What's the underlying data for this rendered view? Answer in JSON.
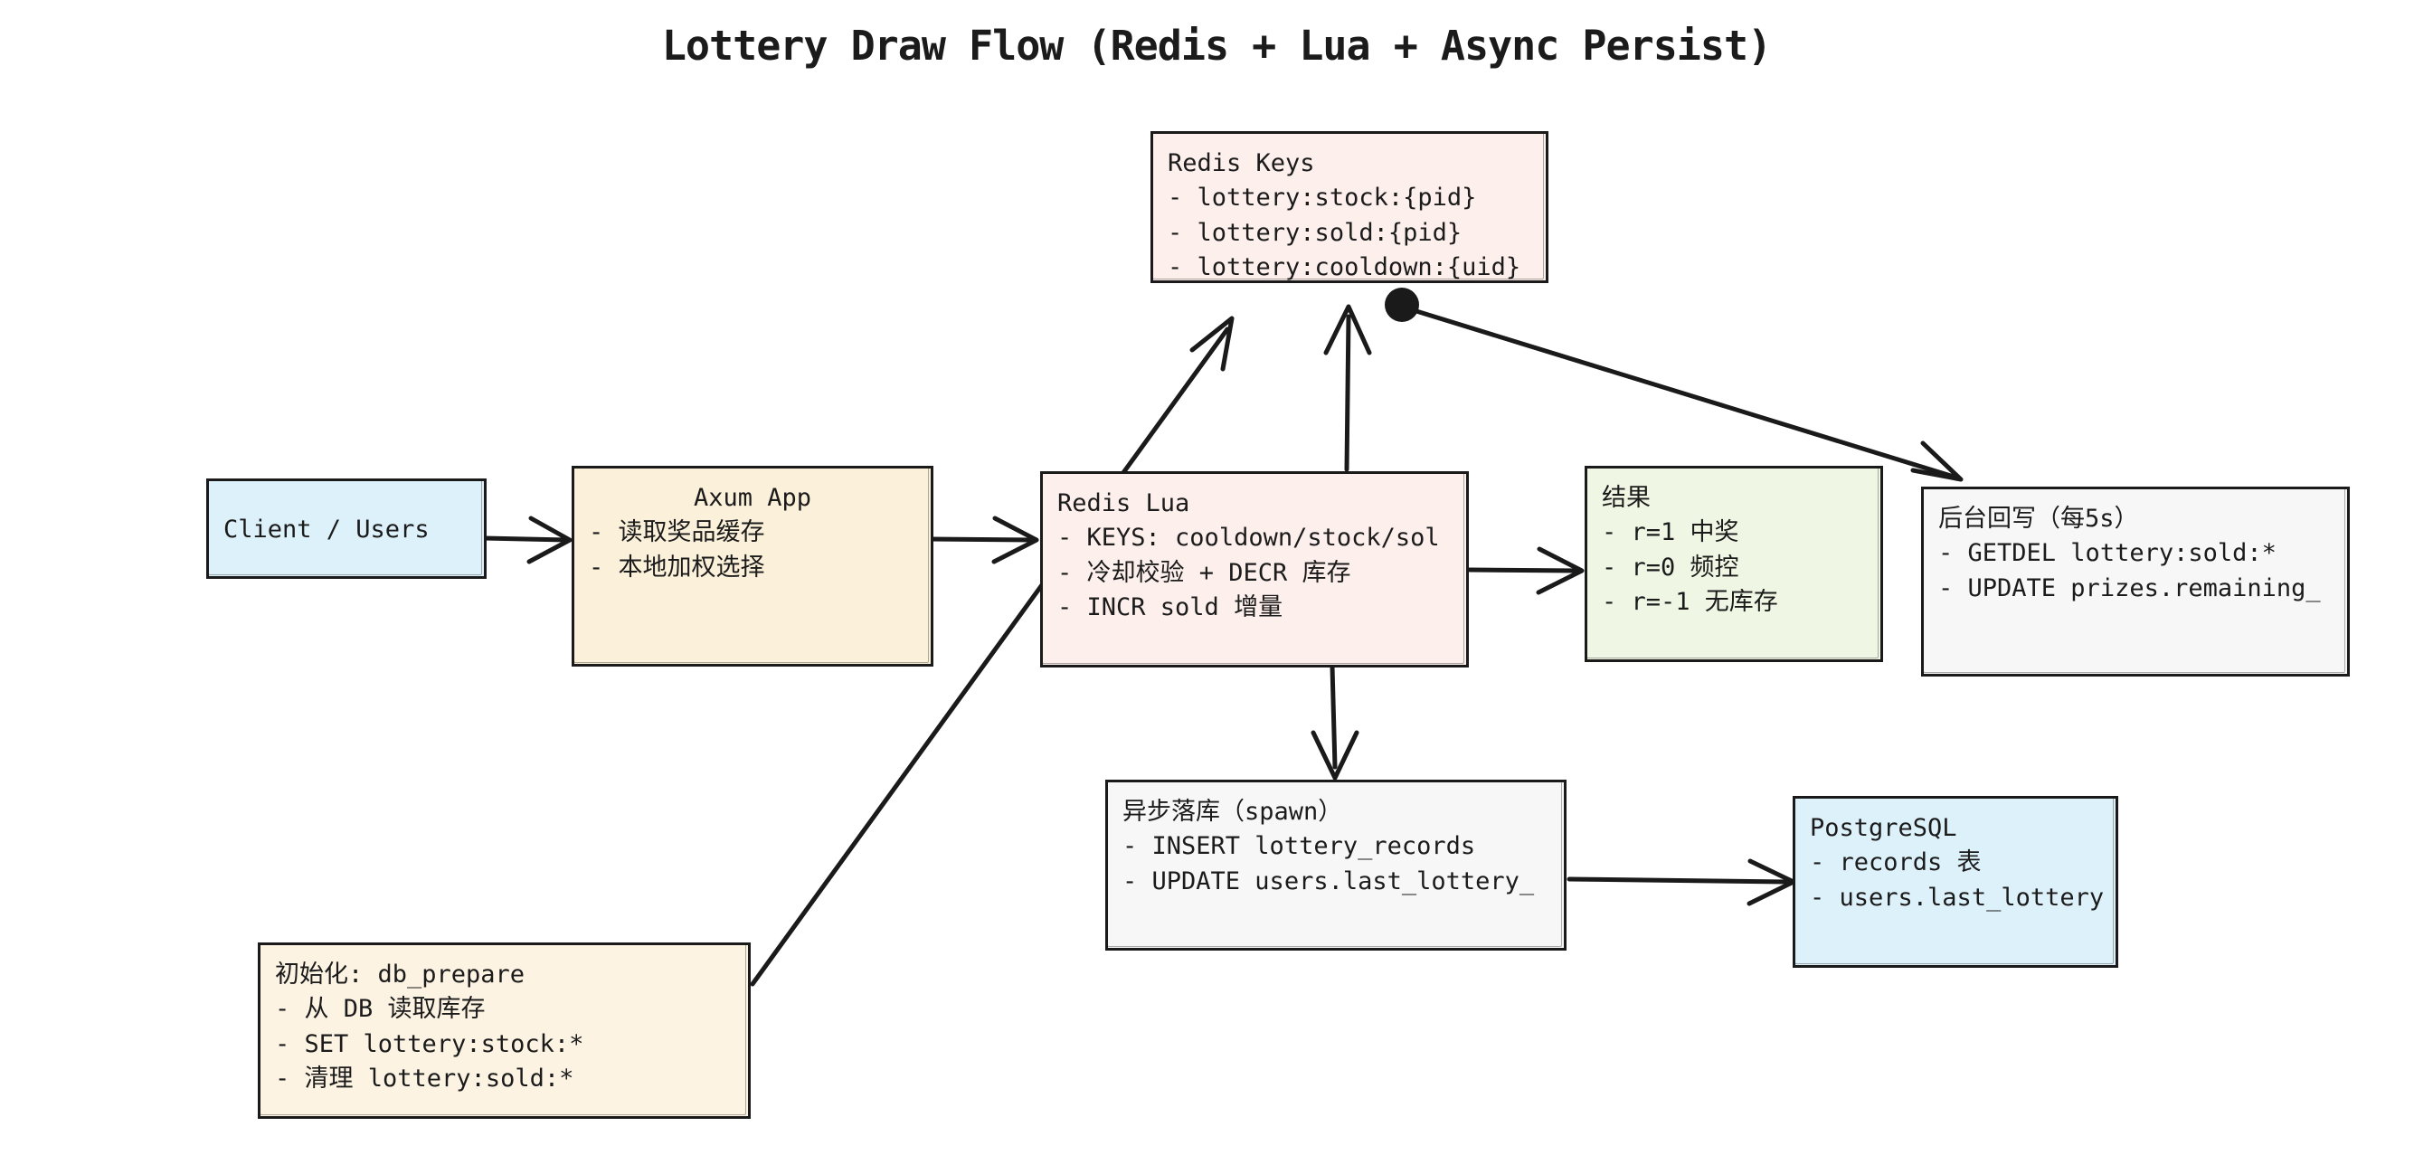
{
  "title": "Lottery Draw Flow (Redis + Lua + Async Persist)",
  "nodes": {
    "redis_keys": {
      "title": "Redis Keys",
      "items": [
        "lottery:stock:{pid}",
        "lottery:sold:{pid}",
        "lottery:cooldown:{uid}"
      ],
      "fill": "#fdefec"
    },
    "client_users": {
      "title": "Client / Users",
      "items": [],
      "fill": "#ddf1fb"
    },
    "axum_app": {
      "title": "Axum App",
      "items": [
        "读取奖品缓存",
        "本地加权选择"
      ],
      "fill": "#fbf0d9"
    },
    "redis_lua": {
      "title": "Redis Lua",
      "items": [
        "KEYS: cooldown/stock/sol",
        "冷却校验 + DECR 库存",
        "INCR sold 增量"
      ],
      "fill": "#fdefec"
    },
    "result": {
      "title": "结果",
      "items": [
        "r=1 中奖",
        "r=0 频控",
        "r=-1 无库存"
      ],
      "fill": "#eff7e4"
    },
    "background_writeback": {
      "title": "后台回写（每5s）",
      "items": [
        "GETDEL lottery:sold:*",
        "UPDATE prizes.remaining_"
      ],
      "fill": "#f7f7f7"
    },
    "async_persist": {
      "title": "异步落库（spawn）",
      "items": [
        "INSERT lottery_records",
        "UPDATE users.last_lottery_"
      ],
      "fill": "#f7f7f7"
    },
    "postgresql": {
      "title": "PostgreSQL",
      "items": [
        "records 表",
        "users.last_lottery"
      ],
      "fill": "#ddf1fb"
    },
    "init_db_prepare": {
      "title": "初始化: db_prepare",
      "items": [
        "从 DB 读取库存",
        "SET lottery:stock:*",
        "清理 lottery:sold:*"
      ],
      "fill": "#fcf3e3"
    }
  },
  "edges": [
    {
      "from": "client_users",
      "to": "axum_app",
      "style": "arrow"
    },
    {
      "from": "axum_app",
      "to": "redis_lua",
      "style": "arrow"
    },
    {
      "from": "redis_lua",
      "to": "redis_keys",
      "style": "arrow"
    },
    {
      "from": "redis_lua",
      "to": "result",
      "style": "arrow"
    },
    {
      "from": "redis_lua",
      "to": "async_persist",
      "style": "arrow"
    },
    {
      "from": "async_persist",
      "to": "postgresql",
      "style": "arrow"
    },
    {
      "from": "redis_keys",
      "to": "background_writeback",
      "style": "dot-arrow"
    },
    {
      "from": "init_db_prepare",
      "to": "redis_keys",
      "style": "arrow"
    }
  ],
  "colors": {
    "stroke": "#1a1a1a",
    "background": "#ffffff",
    "text": "#1b1b1b"
  }
}
